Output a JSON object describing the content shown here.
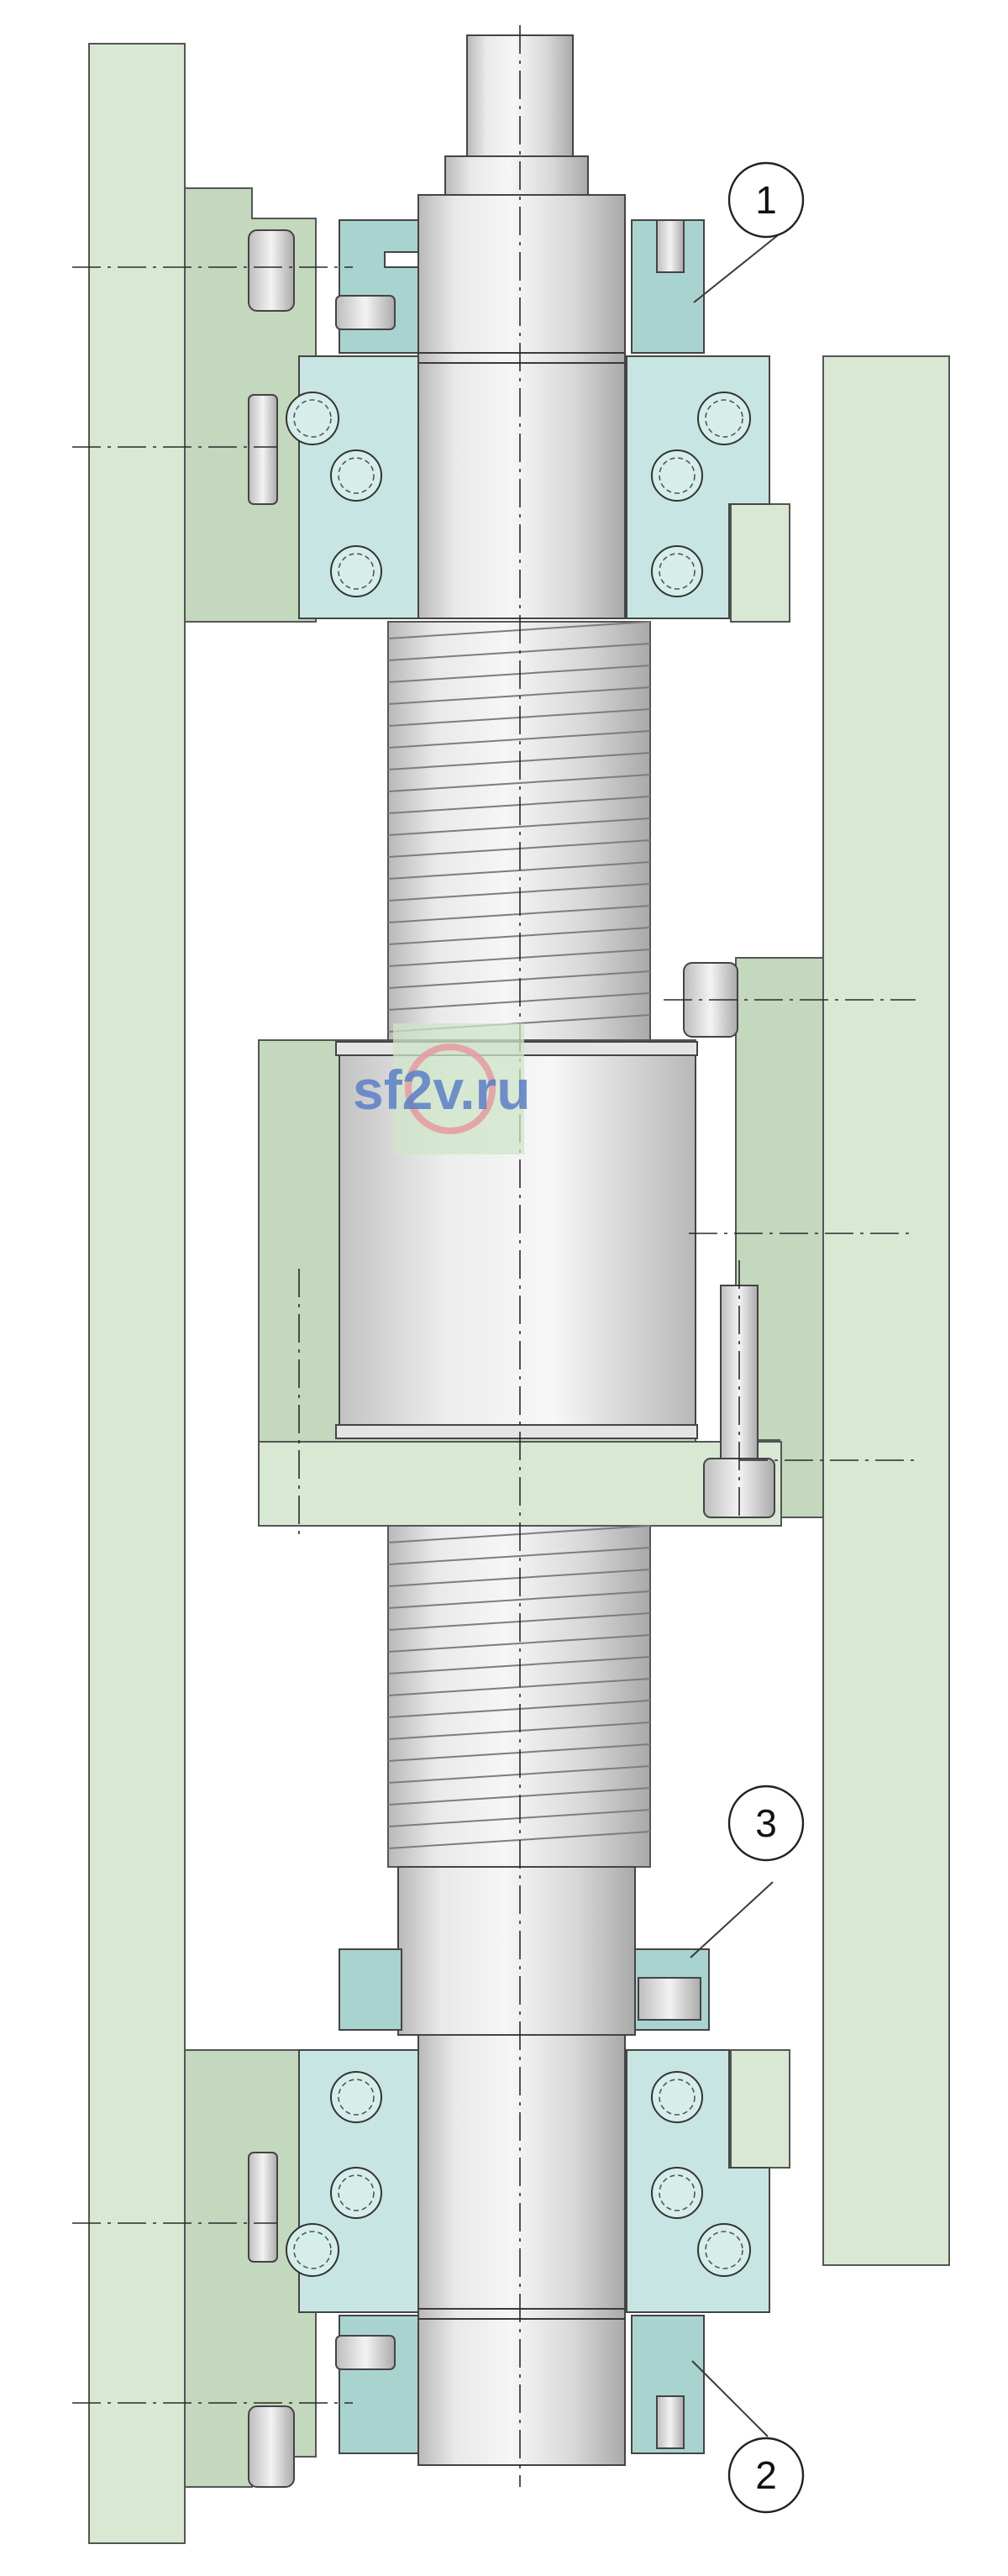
{
  "drawing": {
    "title": "",
    "callouts": [
      {
        "label": "1"
      },
      {
        "label": "2"
      },
      {
        "label": "3"
      }
    ],
    "watermark": "sf2v.ru",
    "colors": {
      "plate": "#d8e8d3",
      "plate_dark": "#c3d8bd",
      "housing": "#a9d3cf",
      "shaft": "#dcdcdc",
      "watermark": "#5b7fc7"
    }
  }
}
